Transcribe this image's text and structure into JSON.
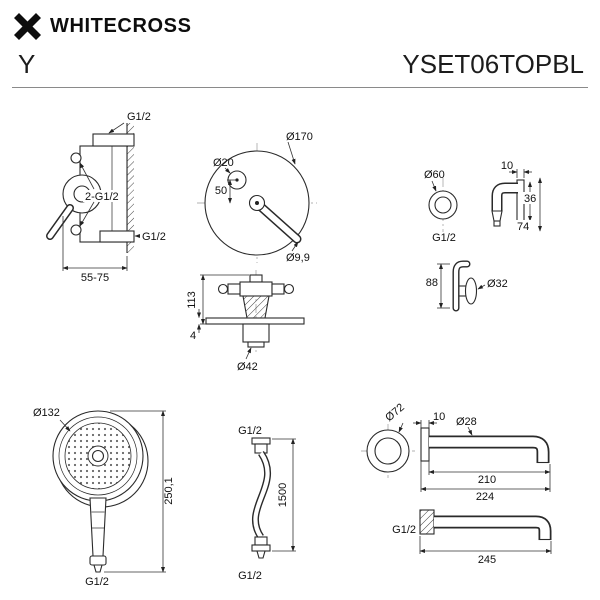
{
  "header": {
    "brand": "WHITECROSS",
    "series": "Y",
    "model": "YSET06TOPBL"
  },
  "figures": {
    "concealed_mixer_side": {
      "labels": {
        "top_thread": "G1/2",
        "inlets": "2-G1/2",
        "outlet_thread": "G1/2",
        "install_depth": "55-75"
      }
    },
    "mixer_plate_front": {
      "labels": {
        "plate_diameter": "Ø170",
        "diverter_diameter": "Ø20",
        "diverter_offset": "50",
        "lever_diameter": "Ø9,9"
      }
    },
    "wall_elbow": {
      "labels": {
        "flange_diameter": "Ø60",
        "flange_depth": "10",
        "thread": "G1/2",
        "projection": "36",
        "height": "74"
      }
    },
    "shower_holder": {
      "labels": {
        "height": "88",
        "flange_diameter": "Ø32"
      }
    },
    "mixer_profile": {
      "labels": {
        "height": "113",
        "plate_thickness": "4",
        "knob_diameter": "Ø42"
      }
    },
    "hand_shower": {
      "labels": {
        "head_diameter": "Ø132",
        "length": "250,1",
        "thread": "G1/2"
      }
    },
    "shower_hose": {
      "labels": {
        "top_thread": "G1/2",
        "length": "1500",
        "bottom_thread": "G1/2"
      }
    },
    "spout_upper": {
      "labels": {
        "flange_diameter": "Ø72",
        "flange_depth": "10",
        "pipe_diameter": "Ø28",
        "reach": "210",
        "total_reach": "224"
      }
    },
    "spout_lower": {
      "labels": {
        "thread": "G1/2",
        "total_reach": "245"
      }
    }
  }
}
